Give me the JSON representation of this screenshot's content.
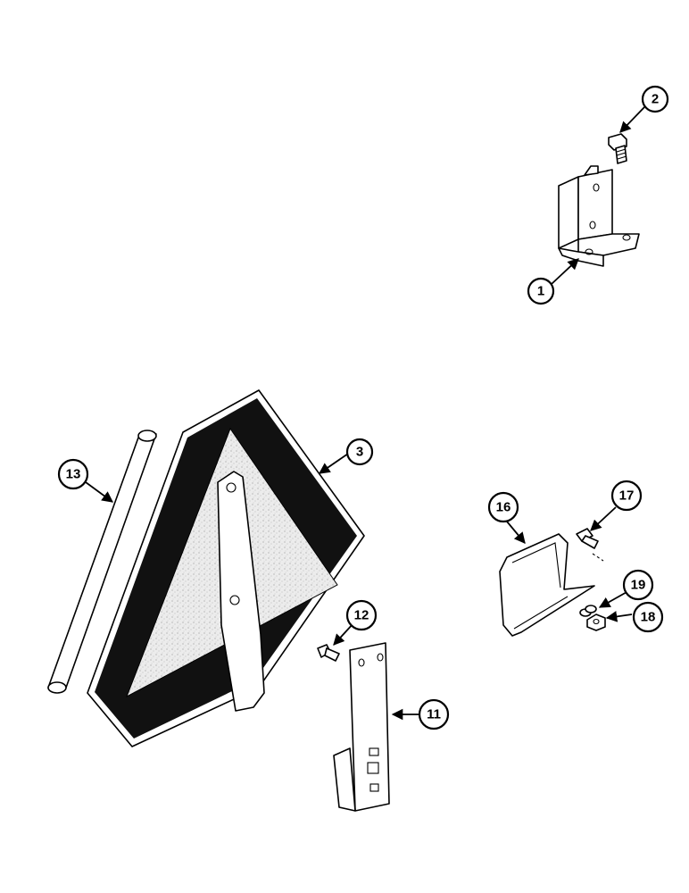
{
  "callouts": {
    "c1": "1",
    "c2": "2",
    "c3": "3",
    "c11": "11",
    "c12": "12",
    "c13": "13",
    "c16": "16",
    "c17": "17",
    "c18": "18",
    "c19": "19"
  },
  "colors": {
    "ink": "#000000",
    "background": "#ffffff",
    "reflective_fill": "#e6e6e6"
  }
}
